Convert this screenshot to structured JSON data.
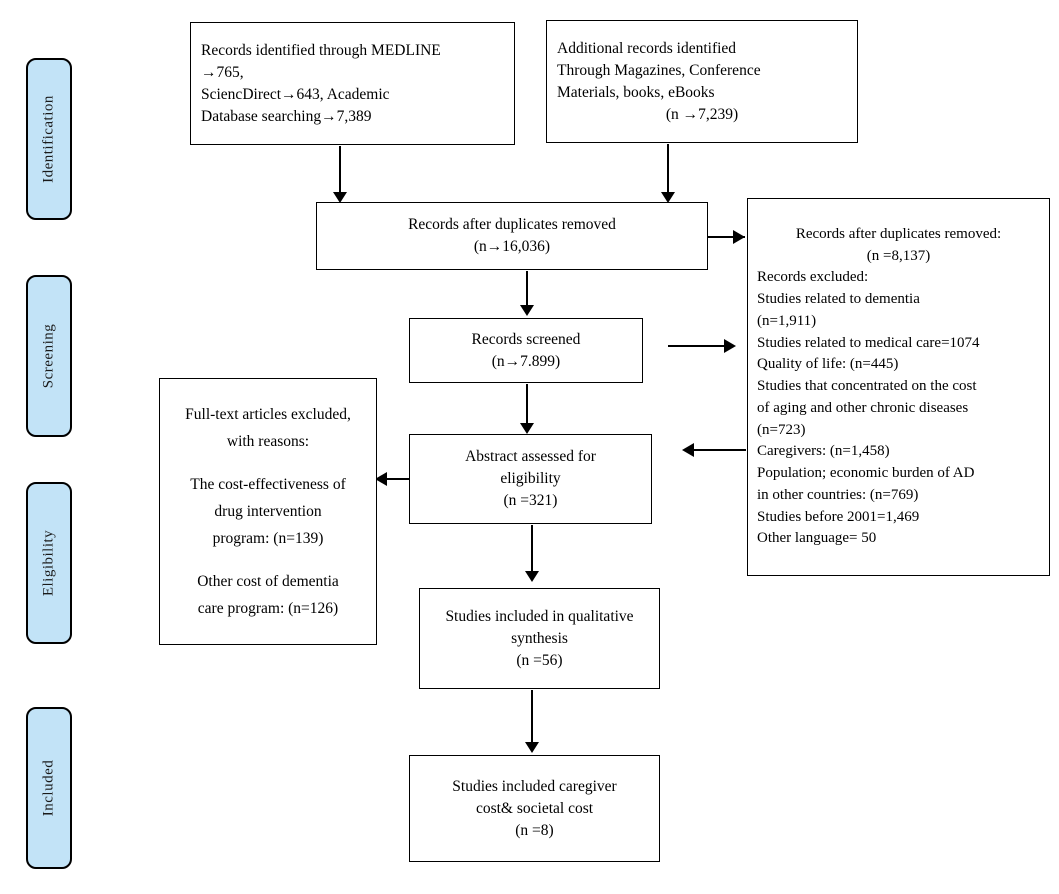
{
  "diagram": {
    "type": "prisma-flow-diagram",
    "accent_color": "#c2e3f7",
    "border_color": "#000000",
    "background_color": "#ffffff"
  },
  "stages": [
    {
      "label": "Identification"
    },
    {
      "label": "Screening"
    },
    {
      "label": "Eligibility"
    },
    {
      "label": "Included"
    }
  ],
  "boxes": {
    "medline": {
      "lines": [
        "Records identified through MEDLINE",
        "→765,",
        "SciencDirect→643, Academic",
        "Database searching→7,389"
      ]
    },
    "additional": {
      "lines": [
        "Additional records identified",
        "Through Magazines, Conference",
        "Materials, books, eBooks",
        "(n →7,239)"
      ]
    },
    "duplicates_removed": {
      "lines": [
        "Records after duplicates removed",
        "(n→16,036)"
      ]
    },
    "records_screened": {
      "lines": [
        "Records screened",
        "(n→7.899)"
      ]
    },
    "abstract_assessed": {
      "lines": [
        "Abstract assessed for",
        "eligibility",
        "(n =321)"
      ]
    },
    "qualitative_synthesis": {
      "lines": [
        "Studies included in qualitative",
        "synthesis",
        "(n =56)"
      ]
    },
    "included_caregiver": {
      "lines": [
        "Studies included caregiver",
        "cost& societal cost",
        "(n =8)"
      ]
    },
    "fulltext_excluded": {
      "lines": [
        "Full-text articles excluded,",
        "with reasons:",
        "",
        "The cost-effectiveness of",
        "drug intervention",
        "program: (n=139)",
        "",
        "Other cost of dementia",
        "care program: (n=126)"
      ]
    },
    "records_excluded": {
      "lines": [
        "Records after duplicates removed:",
        "(n =8,137)",
        "Records excluded:",
        " Studies related to dementia",
        "(n=1,911)",
        "Studies related to medical care=1074",
        " Quality of life: (n=445)",
        " Studies that concentrated on the cost",
        "of aging and other chronic diseases",
        "(n=723)",
        "Caregivers: (n=1,458)",
        "Population; economic burden of AD",
        "in other countries: (n=769)",
        "Studies before 2001=1,469",
        "Other language= 50"
      ]
    }
  }
}
